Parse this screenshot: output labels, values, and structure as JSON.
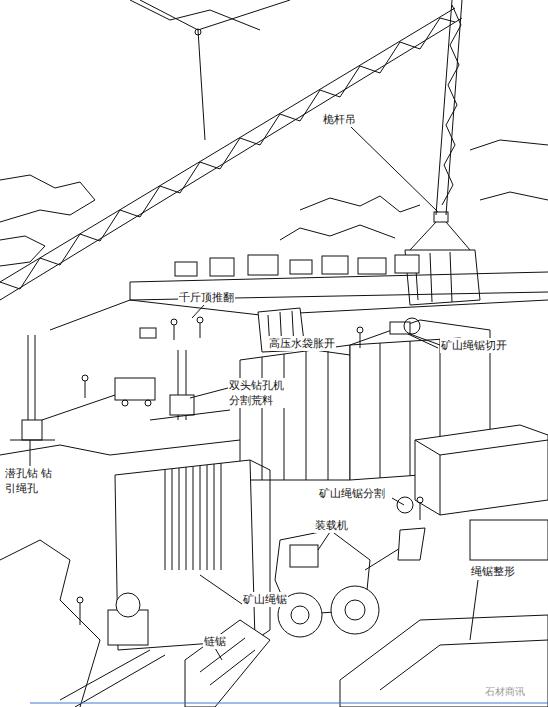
{
  "diagram": {
    "labels": [
      "桅杆吊",
      "千斤顶推翻",
      "高压水袋胀开",
      "矿山绳锯切开",
      "双头钻孔机 分割荒料",
      "潜孔钻 钻引绳孔",
      "矿山绳锯分割",
      "装载机",
      "绳锯整形",
      "矿山绳锯",
      "链锯",
      "石材商讯"
    ]
  }
}
